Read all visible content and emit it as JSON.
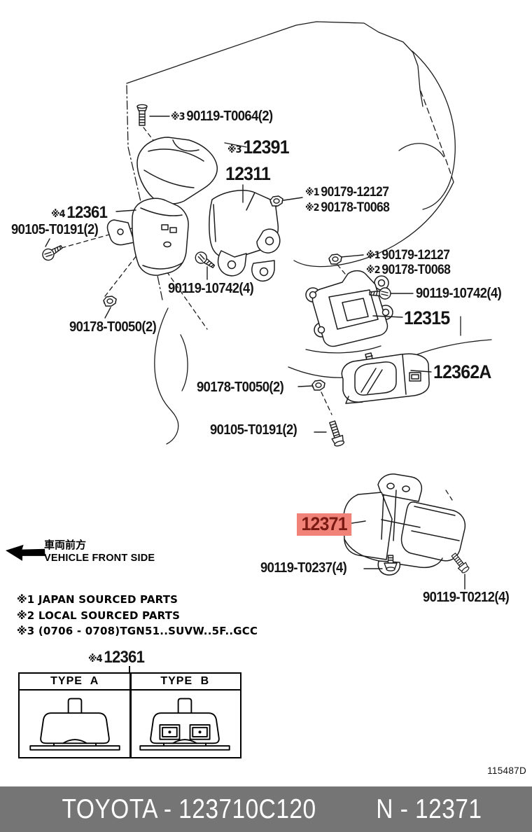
{
  "doc": {
    "drawing_number": "115487D",
    "footer": {
      "brand_part": "TOYOTA - 123710C120",
      "ref": "N - 12371"
    },
    "footer_bg": "#757575"
  },
  "highlight": {
    "bg": "#F08278",
    "fg": "#7A1A12"
  },
  "labels": {
    "bolt_t0064": {
      "prefix": "※3",
      "text": "90119-T0064(2)"
    },
    "p12391": {
      "prefix": "※3",
      "text": "12391"
    },
    "p12311": {
      "text": "12311"
    },
    "nut_top_a": {
      "prefix": "※1",
      "text": "90179-12127"
    },
    "nut_top_b": {
      "prefix": "※2",
      "text": "90178-T0068"
    },
    "p12361": {
      "prefix": "※4",
      "text": "12361"
    },
    "bolt_t0191_1": {
      "text": "90105-T0191(2)"
    },
    "nut_rt_a": {
      "prefix": "※1",
      "text": "90179-12127"
    },
    "nut_rt_b": {
      "prefix": "※2",
      "text": "90178-T0068"
    },
    "bolt_10742_1": {
      "text": "90119-10742(4)"
    },
    "bolt_10742_2": {
      "text": "90119-10742(4)"
    },
    "p12315": {
      "text": "12315"
    },
    "nut_t0050_1": {
      "text": "90178-T0050(2)"
    },
    "p12362A": {
      "text": "12362A"
    },
    "nut_t0050_2": {
      "text": "90178-T0050(2)"
    },
    "bolt_t0191_2": {
      "text": "90105-T0191(2)"
    },
    "p12371": {
      "text": "12371"
    },
    "bolt_t0237": {
      "text": "90119-T0237(4)"
    },
    "bolt_t0212": {
      "text": "90119-T0212(4)"
    }
  },
  "front_marker": {
    "jp": "車両前方",
    "en": "VEHICLE FRONT SIDE"
  },
  "notes": [
    "※1 JAPAN SOURCED PARTS",
    "※2 LOCAL SOURCED PARTS",
    "※3 (0706 - 0708)TGN51..SUVW..5F..GCC"
  ],
  "variant_table": {
    "heading_prefix": "※4",
    "heading_part": "12361",
    "columns": [
      "TYPE A",
      "TYPE B"
    ]
  }
}
